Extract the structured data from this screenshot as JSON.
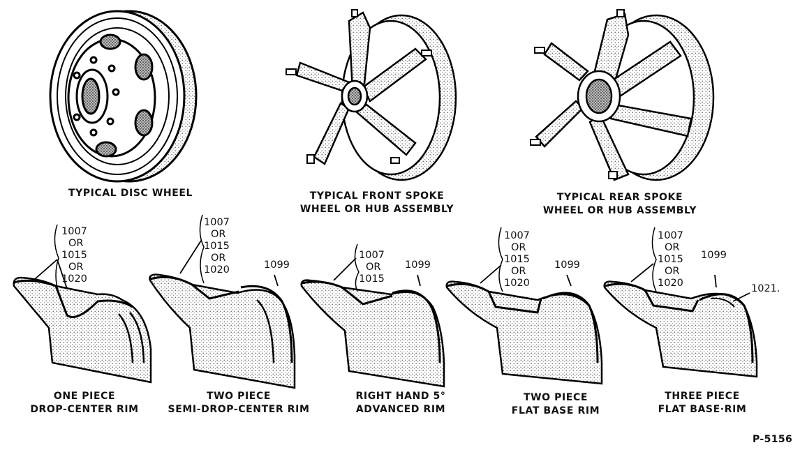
{
  "wheels": {
    "disc": {
      "caption": [
        "TYPICAL DISC WHEEL"
      ]
    },
    "front_spoke": {
      "caption": [
        "TYPICAL FRONT SPOKE",
        "WHEEL OR HUB ASSEMBLY"
      ]
    },
    "rear_spoke": {
      "caption": [
        "TYPICAL REAR SPOKE",
        "WHEEL OR HUB ASSEMBLY"
      ]
    }
  },
  "rims": {
    "one_piece": {
      "caption": [
        "ONE PIECE",
        "DROP-CENTER RIM"
      ],
      "callout": [
        "1007",
        "OR",
        "1015",
        "OR",
        "1020"
      ]
    },
    "two_piece_semi": {
      "caption": [
        "TWO PIECE",
        "SEMI-DROP-CENTER RIM"
      ],
      "callout": [
        "1007",
        "OR",
        "1015",
        "OR",
        "1020"
      ],
      "ring_label": "1099"
    },
    "advanced": {
      "caption": [
        "RIGHT HAND 5°",
        "ADVANCED RIM"
      ],
      "callout": [
        "1007",
        "OR",
        "1015"
      ],
      "ring_label": "1099"
    },
    "two_piece_flat": {
      "caption": [
        "TWO PIECE",
        "FLAT BASE RIM"
      ],
      "callout": [
        "1007",
        "OR",
        "1015",
        "OR",
        "1020"
      ],
      "ring_label": "1099"
    },
    "three_piece_flat": {
      "caption": [
        "THREE PIECE",
        "FLAT BASE·RIM"
      ],
      "callout": [
        "1007",
        "OR",
        "1015",
        "OR",
        "1020"
      ],
      "ring_label": "1099",
      "extra_label": "1021."
    }
  },
  "figure_number": "P-5156"
}
